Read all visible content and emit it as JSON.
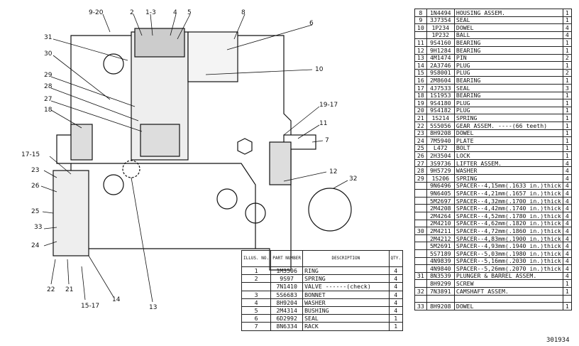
{
  "figure_number": "301934",
  "callouts": [
    "9-20",
    "2",
    "1-3",
    "4",
    "5",
    "8",
    "6",
    "31",
    "30",
    "10",
    "29",
    "28",
    "27",
    "18",
    "19-17",
    "11",
    "7",
    "17-15",
    "23",
    "26",
    "25",
    "33",
    "24",
    "12",
    "32",
    "22",
    "21",
    "15-17",
    "14",
    "13"
  ],
  "parts_table": {
    "rows": [
      {
        "ref": "8",
        "pn": "1N4494",
        "desc": "HOUSING ASSEM.",
        "qty": "1"
      },
      {
        "ref": "9",
        "pn": "3J7354",
        "desc": "SEAL",
        "qty": "1"
      },
      {
        "ref": "10",
        "pn": "1P234",
        "desc": "DOWEL",
        "qty": "4"
      },
      {
        "ref": "",
        "pn": "1P232",
        "desc": "BALL",
        "qty": "4"
      },
      {
        "ref": "11",
        "pn": "9S4160",
        "desc": "BEARING",
        "qty": "1"
      },
      {
        "ref": "12",
        "pn": "9H1284",
        "desc": "BEARING",
        "qty": "1"
      },
      {
        "ref": "13",
        "pn": "4M1474",
        "desc": "PIN",
        "qty": "2"
      },
      {
        "ref": "14",
        "pn": "2A3746",
        "desc": "PLUG",
        "qty": "1"
      },
      {
        "ref": "15",
        "pn": "9S8001",
        "desc": "PLUG",
        "qty": "2"
      },
      {
        "ref": "16",
        "pn": "2M8604",
        "desc": "BEARING",
        "qty": "1"
      },
      {
        "ref": "17",
        "pn": "4J7533",
        "desc": "SEAL",
        "qty": "3"
      },
      {
        "ref": "18",
        "pn": "1S1953",
        "desc": "BEARING",
        "qty": "1"
      },
      {
        "ref": "19",
        "pn": "9S4180",
        "desc": "PLUG",
        "qty": "1"
      },
      {
        "ref": "20",
        "pn": "9S4182",
        "desc": "PLUG",
        "qty": "1"
      },
      {
        "ref": "21",
        "pn": "1S214",
        "desc": "SPRING",
        "qty": "1"
      },
      {
        "ref": "22",
        "pn": "5S5056",
        "desc": "GEAR ASSEM. ----(66 teeth)",
        "qty": "1"
      },
      {
        "ref": "23",
        "pn": "8H9208",
        "desc": "DOWEL",
        "qty": "1"
      },
      {
        "ref": "24",
        "pn": "7M5940",
        "desc": "PLATE",
        "qty": "1"
      },
      {
        "ref": "25",
        "pn": "L472",
        "desc": "BOLT",
        "qty": "1"
      },
      {
        "ref": "26",
        "pn": "2H3504",
        "desc": "LOCK",
        "qty": "1"
      },
      {
        "ref": "27",
        "pn": "3S9736",
        "desc": "LIFTER ASSEM.",
        "qty": "4"
      },
      {
        "ref": "28",
        "pn": "9H5729",
        "desc": "WASHER",
        "qty": "4"
      },
      {
        "ref": "29",
        "pn": "1S206",
        "desc": "SPRING",
        "qty": "4"
      },
      {
        "ref": "",
        "pn": "9N6496",
        "desc": "SPACER--4,15mm(.1633 in.)thick",
        "qty": "4"
      },
      {
        "ref": "",
        "pn": "9N6405",
        "desc": "SPACER--4,21mm(.1657 in.)thick",
        "qty": "4"
      },
      {
        "ref": "",
        "pn": "5M2697",
        "desc": "SPACER--4,32mm(.1700 in.)thick",
        "qty": "4"
      },
      {
        "ref": "",
        "pn": "2M4208",
        "desc": "SPACER--4,42mm(.1740 in.)thick",
        "qty": "4"
      },
      {
        "ref": "",
        "pn": "2M4264",
        "desc": "SPACER--4,52mm(.1780 in.)thick",
        "qty": "4"
      },
      {
        "ref": "",
        "pn": "2M4210",
        "desc": "SPACER--4,62mm(.1820 in.)thick",
        "qty": "4"
      },
      {
        "ref": "30",
        "pn": "2M4211",
        "desc": "SPACER--4,72mm(.1860 in.)thick",
        "qty": "4"
      },
      {
        "ref": "",
        "pn": "2M4212",
        "desc": "SPACER--4,83mm(.1900 in.)thick",
        "qty": "4"
      },
      {
        "ref": "",
        "pn": "5M2691",
        "desc": "SPACER--4,93mm(.1940 in.)thick",
        "qty": "4"
      },
      {
        "ref": "",
        "pn": "5S7189",
        "desc": "SPACER--5,03mm(.1980 in.)thick",
        "qty": "4"
      },
      {
        "ref": "",
        "pn": "4N9839",
        "desc": "SPACER--5,16mm(.2030 in.)thick",
        "qty": "4"
      },
      {
        "ref": "",
        "pn": "4N9840",
        "desc": "SPACER--5,26mm(.2070 in.)thick",
        "qty": "4"
      },
      {
        "ref": "31",
        "pn": "8N3539",
        "desc": "PLUNGER & BARREL ASSEM.",
        "qty": "4"
      },
      {
        "ref": "",
        "pn": "8H9299",
        "desc": "SCREW",
        "qty": "1"
      },
      {
        "ref": "32",
        "pn": "7N3891",
        "desc": "CAMSHAFT ASSEM.",
        "qty": "1"
      },
      {
        "ref": "",
        "pn": "",
        "desc": "",
        "qty": ""
      },
      {
        "ref": "33",
        "pn": "8H9208",
        "desc": "DOWEL",
        "qty": "1"
      }
    ]
  },
  "inset_table": {
    "headers": {
      "ref": "ILLUS. NO.",
      "pn": "PART NUMBER",
      "desc": "DESCRIPTION",
      "qty": "QTY."
    },
    "rows": [
      {
        "ref": "1",
        "pn": "1M3506",
        "desc": "RING",
        "qty": "4"
      },
      {
        "ref": "2",
        "pn": "9S97",
        "desc": "SPRING",
        "qty": "4"
      },
      {
        "ref": "",
        "pn": "7N1410",
        "desc": "VALVE ------(check)",
        "qty": "4"
      },
      {
        "ref": "3",
        "pn": "5S6683",
        "desc": "BONNET",
        "qty": "4"
      },
      {
        "ref": "4",
        "pn": "8H9204",
        "desc": "WASHER",
        "qty": "4"
      },
      {
        "ref": "5",
        "pn": "2M4314",
        "desc": "BUSHING",
        "qty": "4"
      },
      {
        "ref": "6",
        "pn": "6D2992",
        "desc": "SEAL",
        "qty": "1"
      },
      {
        "ref": "7",
        "pn": "8N6334",
        "desc": "RACK",
        "qty": "1"
      }
    ]
  }
}
